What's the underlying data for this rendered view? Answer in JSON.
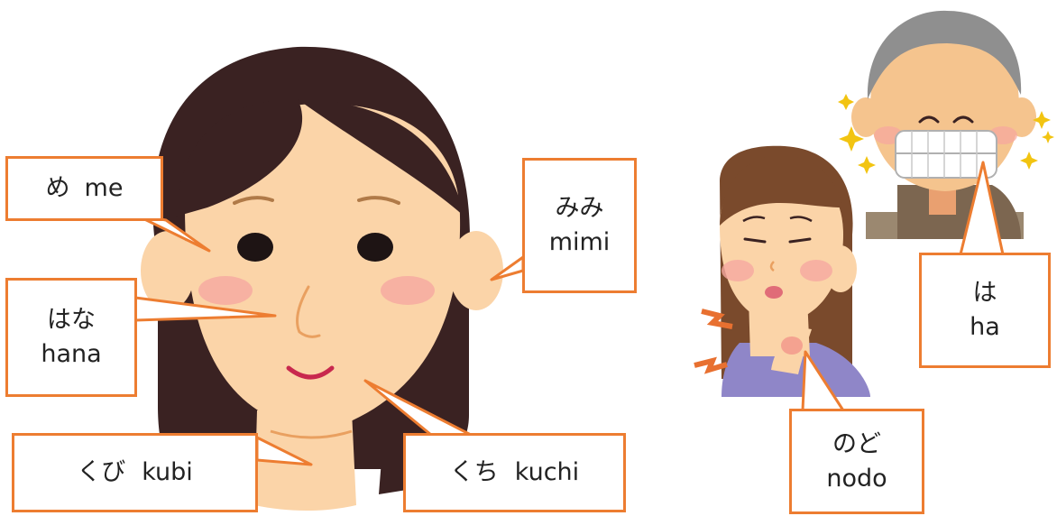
{
  "labels": {
    "me": {
      "kana": "め",
      "romaji": "me"
    },
    "mimi": {
      "kana": "みみ",
      "romaji": "mimi"
    },
    "hana": {
      "kana": "はな",
      "romaji": "hana"
    },
    "kubi": {
      "kana": "くび",
      "romaji": "kubi"
    },
    "kuchi": {
      "kana": "くち",
      "romaji": "kuchi"
    },
    "nodo": {
      "kana": "のど",
      "romaji": "nodo"
    },
    "ha": {
      "kana": "は",
      "romaji": "ha"
    }
  },
  "colors": {
    "callout_border": "#ed7d31",
    "skin": "#fbd4a8",
    "hair": "#3a2222",
    "cheek": "#f6a7a0",
    "lips": "#c8284e"
  },
  "figures": [
    "woman-face-illustration",
    "woman-sore-throat-illustration",
    "old-man-teeth-illustration"
  ]
}
